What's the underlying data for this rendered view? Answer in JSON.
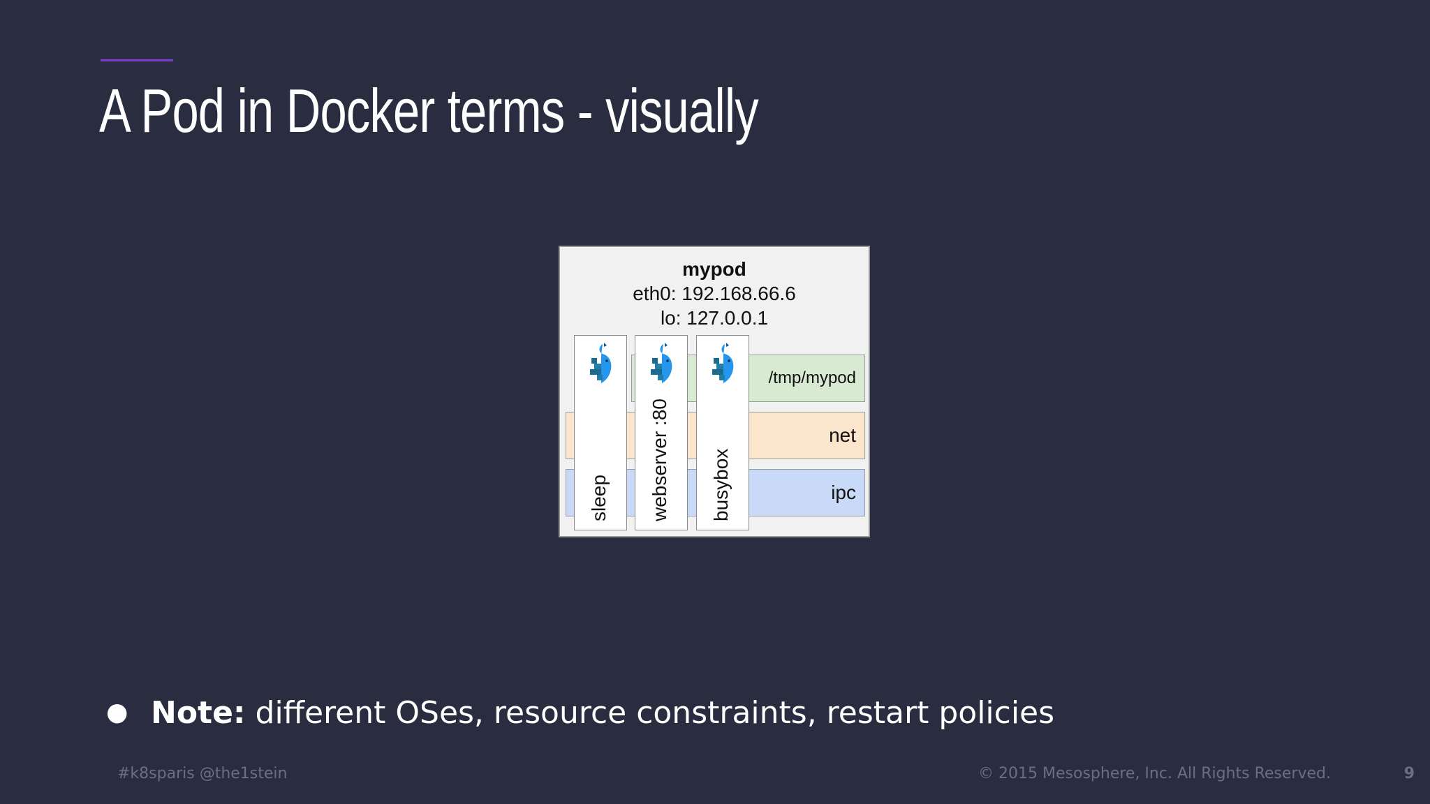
{
  "slide": {
    "title": "A Pod in Docker terms - visually",
    "accent_color": "#7b3fd6",
    "background": "#2a2c3f"
  },
  "diagram": {
    "pod": {
      "name": "mypod",
      "eth0": "eth0: 192.168.66.6",
      "lo": "lo: 127.0.0.1"
    },
    "bands": {
      "volume": "/tmp/mypod",
      "net": "net",
      "ipc": "ipc"
    },
    "containers": [
      {
        "label": "sleep",
        "icon": "docker-whale-icon"
      },
      {
        "label": "webserver :80",
        "icon": "docker-whale-icon"
      },
      {
        "label": "busybox",
        "icon": "docker-whale-icon"
      }
    ]
  },
  "bullet": {
    "label": "Note:",
    "text": " different OSes, resource constraints, restart policies"
  },
  "footer": {
    "hashtag": "#k8sparis @the1stein",
    "copyright": "© 2015 Mesosphere, Inc. All Rights Reserved.",
    "page": "9"
  }
}
